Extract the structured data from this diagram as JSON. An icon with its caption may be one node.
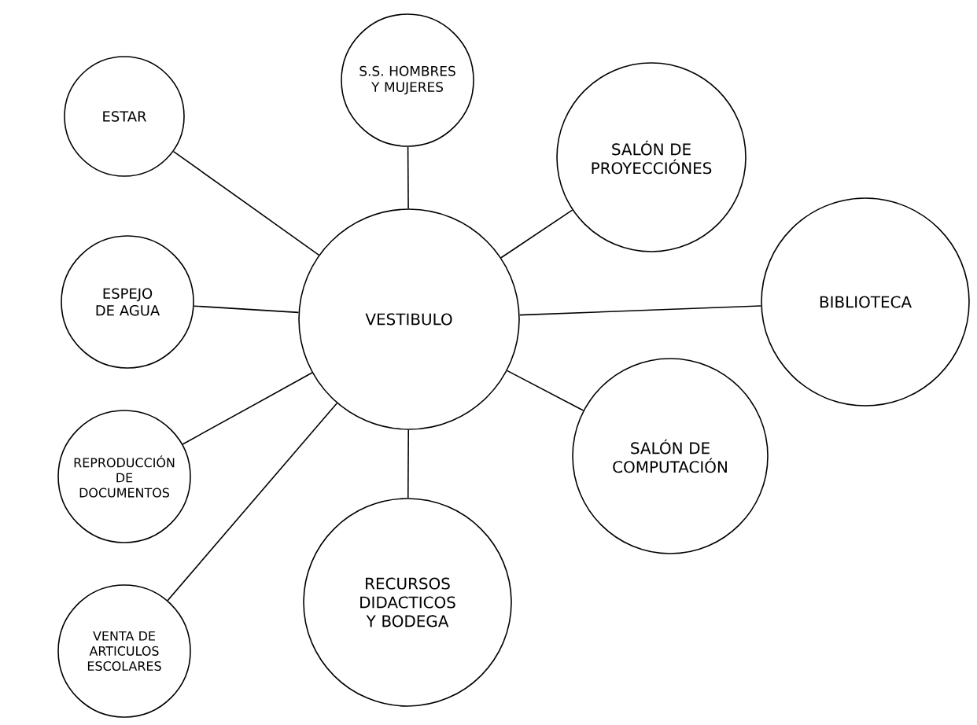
{
  "diagram": {
    "nodes": [
      {
        "text": [
          "ESTAR"
        ]
      },
      {
        "text": [
          "S.S. HOMBRES Y MUJERES"
        ]
      },
      {
        "text": [
          "SALÓN DE PROYECCIÓNES"
        ]
      },
      {
        "text": [
          "ESPEJO DE AGUA"
        ]
      },
      {
        "text": [
          "VESTIBULO"
        ]
      },
      {
        "text": [
          "BIBLIOTECA"
        ]
      },
      {
        "text": [
          "SALÓN DE COMPUTACIÓN"
        ]
      },
      {
        "text": [
          "REPRODUCCIÓN DE DOCUMENTOS"
        ]
      },
      {
        "text": [
          "RECURSOS DIDACTICOS Y BODEGA"
        ]
      },
      {
        "text": [
          "VENTA DE ARTICULOS ESCOLARES"
        ]
      }
    ],
    "edges": [
      {
        "from": 4,
        "to": 0,
        "arrow": "none"
      },
      {
        "from": 4,
        "to": 1,
        "arrow": "none"
      },
      {
        "from": 4,
        "to": 2,
        "arrow": "none"
      },
      {
        "from": 4,
        "to": 3,
        "arrow": "none"
      },
      {
        "from": 4,
        "to": 5,
        "arrow": "none"
      },
      {
        "from": 4,
        "to": 6,
        "arrow": "none"
      },
      {
        "from": 4,
        "to": 7,
        "arrow": "none"
      },
      {
        "from": 4,
        "to": 8,
        "arrow": "none"
      },
      {
        "from": 4,
        "to": 9,
        "arrow": "none"
      }
    ]
  }
}
